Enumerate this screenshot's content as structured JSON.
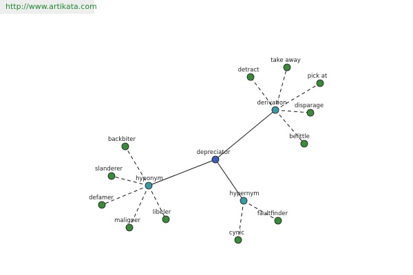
{
  "watermark": {
    "url": "http://www.artikata.com"
  },
  "graph": {
    "colors": {
      "center_node": "#3c5eb3",
      "relation_node": "#3b9a9f",
      "leaf_node": "#3b8a3b",
      "node_stroke": "#1a1a1a",
      "edge": "#111111"
    },
    "center": {
      "label": "depreciator"
    },
    "relations": [
      {
        "id": "derivation",
        "label": "derivation",
        "terms": [
          "detract",
          "take away",
          "pick at",
          "disparage",
          "belittle"
        ]
      },
      {
        "id": "hyponym",
        "label": "hyponym",
        "terms": [
          "backbiter",
          "slanderer",
          "defamer",
          "maligner",
          "libeler"
        ]
      },
      {
        "id": "hypernym",
        "label": "hypernym",
        "terms": [
          "faultfinder",
          "cynic"
        ]
      }
    ]
  }
}
